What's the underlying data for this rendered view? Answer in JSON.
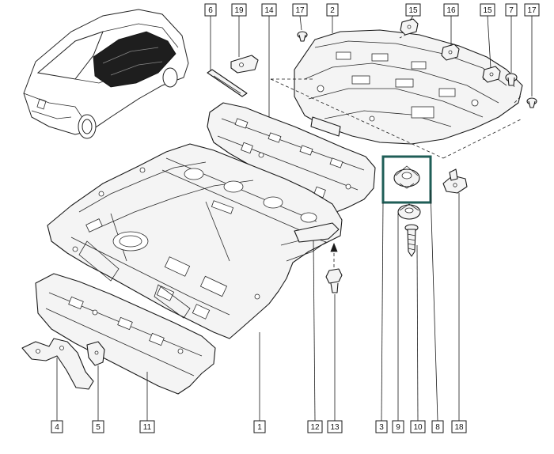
{
  "callouts": {
    "c1": "1",
    "c2": "2",
    "c3": "3",
    "c4": "4",
    "c5": "5",
    "c6": "6",
    "c7": "7",
    "c8": "8",
    "c9": "9",
    "c10": "10",
    "c11": "11",
    "c12": "12",
    "c13": "13",
    "c14": "14",
    "c15a": "15",
    "c15b": "15",
    "c16": "16",
    "c17a": "17",
    "c17b": "17",
    "c18": "18",
    "c19": "19"
  },
  "colors": {
    "highlight_frame": "#1f5e57",
    "line": "#1a1a1a"
  }
}
